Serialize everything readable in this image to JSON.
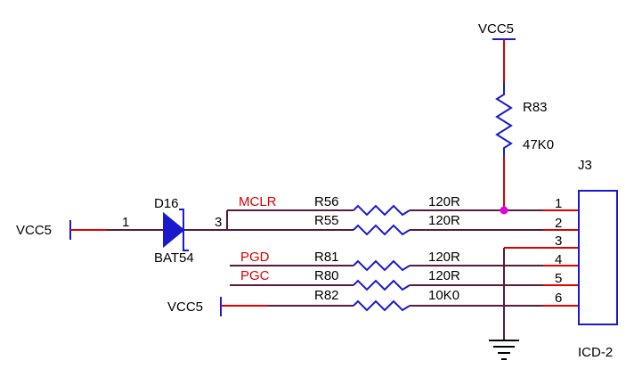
{
  "power": {
    "vcc_top": "VCC5",
    "vcc_left": "VCC5",
    "vcc_bottom": "VCC5"
  },
  "diode": {
    "ref": "D16",
    "value": "BAT54",
    "pin_anode": "1",
    "pin_cathode": "3"
  },
  "pullup": {
    "ref": "R83",
    "value": "47K0"
  },
  "nets": {
    "mclr": "MCLR",
    "pgd": "PGD",
    "pgc": "PGC"
  },
  "resistors": [
    {
      "ref": "R56",
      "value": "120R"
    },
    {
      "ref": "R55",
      "value": "120R"
    },
    {
      "ref": "R81",
      "value": "120R"
    },
    {
      "ref": "R80",
      "value": "120R"
    },
    {
      "ref": "R82",
      "value": "10K0"
    }
  ],
  "connector": {
    "ref": "J3",
    "value": "ICD-2",
    "pins": [
      "1",
      "2",
      "3",
      "4",
      "5",
      "6"
    ]
  },
  "colors": {
    "wire": "#e00000",
    "component": "#1a1acc",
    "junction": "#e000e0"
  }
}
